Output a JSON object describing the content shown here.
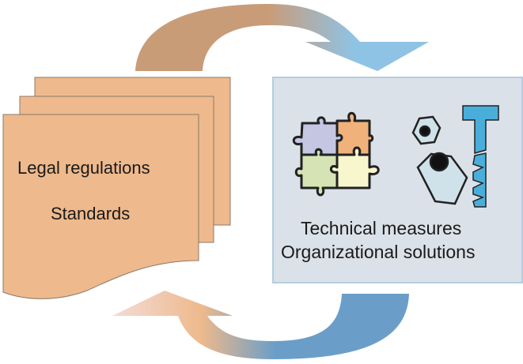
{
  "left_block": {
    "line1": "Legal regulations",
    "line2": "Standards"
  },
  "right_block": {
    "line1": "Technical measures",
    "line2": "Organizational solutions"
  },
  "colors": {
    "page": "#eeb98c",
    "panel": "#dbe1e8",
    "brown": "#c99c78",
    "blue": "#8ec3e6",
    "dark_blue": "#6a9ec8",
    "screw": "#4aaedb"
  }
}
